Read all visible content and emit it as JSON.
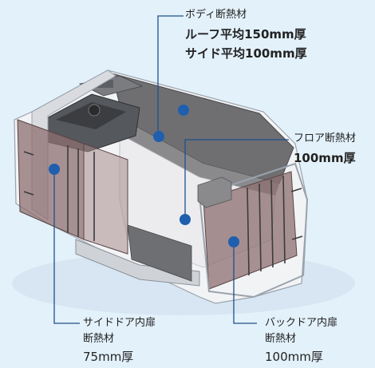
{
  "callouts": {
    "body": {
      "title": "ボディ断熱材",
      "roof": "ルーフ平均150mm厚",
      "side": "サイド平均100mm厚"
    },
    "floor": {
      "title": "フロア断熱材",
      "thickness": "100mm厚"
    },
    "side_door": {
      "title_line1": "サイドドア内扉",
      "title_line2": "断熱材",
      "thickness": "75mm厚"
    },
    "back_door": {
      "title_line1": "バックドア内扉",
      "title_line2": "断熱材",
      "thickness": "100mm厚"
    }
  },
  "colors": {
    "background": "#e3f1fb",
    "leader_line": "#1f4f8a",
    "marker_dot": "#1f5fae",
    "insulation_panel": "#8d6f70"
  }
}
